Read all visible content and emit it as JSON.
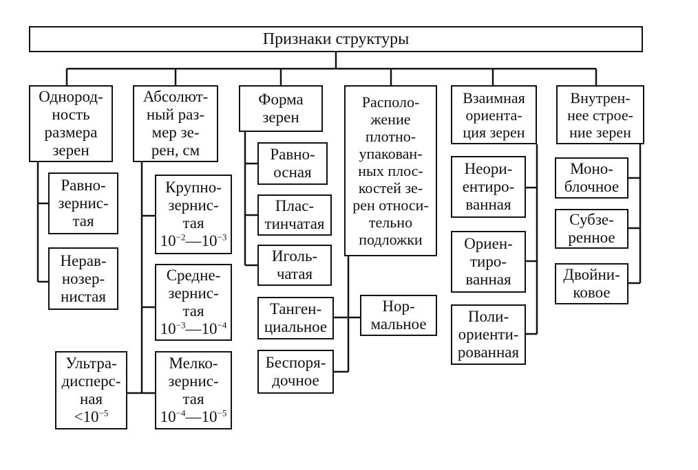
{
  "title": "Признаки структуры",
  "categories": [
    "Однород-\nность\nразмера\nзерен",
    "Абсолют-\nный раз-\nмер зе-\nрен, см",
    "Форма\nзерен",
    "Располо-\nжение\nплотно-\nупакован-\nных плос-\nкостей зе-\nрен относи-\nтельно\nподложки",
    "Взаимная\nориента-\nция зерен",
    "Внутрен-\nнее строе-\nние зерен"
  ],
  "uniformity": [
    "Равно-\nзернис-\nтая",
    "Нерав-\nнозер-\nнистая"
  ],
  "grain_size": [
    {
      "label": "Крупно-\nзернис-\nтая",
      "range_a": "10",
      "exp_a": "−2",
      "range_b": "10",
      "exp_b": "−3"
    },
    {
      "label": "Средне-\nзернис-\nтая",
      "range_a": "10",
      "exp_a": "−3",
      "range_b": "10",
      "exp_b": "−4"
    },
    {
      "label": "Мелко-\nзернис-\nтая",
      "range_a": "10",
      "exp_a": "−4",
      "range_b": "10",
      "exp_b": "−5"
    }
  ],
  "ultra": {
    "label": "Ультра-\ndисперс-\nная",
    "lt": "<10",
    "exp": "−5"
  },
  "shape": [
    "Равно-\nосная",
    "Плас-\nтинчатая",
    "Иголь-\nчатая",
    "Танген-\nциальное",
    "Беспоря-\nдочное"
  ],
  "normal": "Нор-\nмальное",
  "orientation": [
    "Неори-\nентиро-\nванная",
    "Ориен-\nтиро-\nванная",
    "Поли-\nориенти-\nрованная"
  ],
  "internal": [
    "Моно-\nблочное",
    "Субзе-\nренное",
    "Двойни-\nковое"
  ]
}
